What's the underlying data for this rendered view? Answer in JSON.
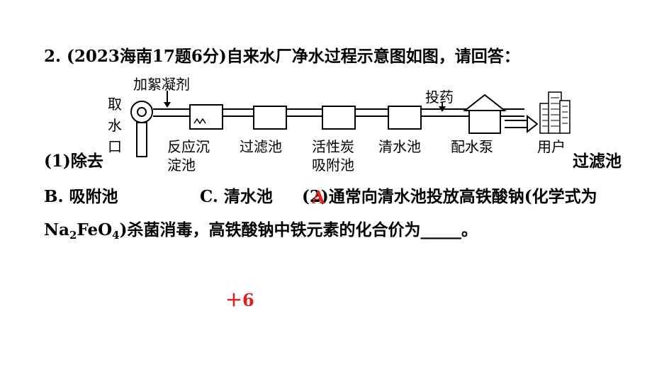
{
  "question": {
    "line1": "2. (2023海南17题6分)自来水厂净水过程示意图如图，请回答：",
    "part1_prefix": "(1)除去",
    "part1_suffix": "过滤池",
    "option_b": "B. 吸附池",
    "option_c": "C. 清水池",
    "part2_start": "(2)通常向清水池投放高铁酸钠(化学式为",
    "formula_na": "Na",
    "formula_na_sub": "2",
    "formula_feo": "FeO",
    "formula_o_sub": "4",
    "part2_end": ")杀菌消毒，高铁酸钠中铁元素的化合价为_____。"
  },
  "answers": {
    "part1": "A",
    "part2": "＋6"
  },
  "diagram": {
    "intake_label": [
      "取",
      "水",
      "口"
    ],
    "coagulant_label": "加絮凝剂",
    "dosing_label": "投药",
    "stages": [
      [
        "反应沉",
        "淀池"
      ],
      [
        "过滤池"
      ],
      [
        "活性炭",
        "吸附池"
      ],
      [
        "清水池"
      ],
      [
        "配水泵"
      ],
      [
        "用户"
      ]
    ]
  },
  "colors": {
    "answer": "#e02020",
    "text": "#000000",
    "background": "#ffffff"
  }
}
